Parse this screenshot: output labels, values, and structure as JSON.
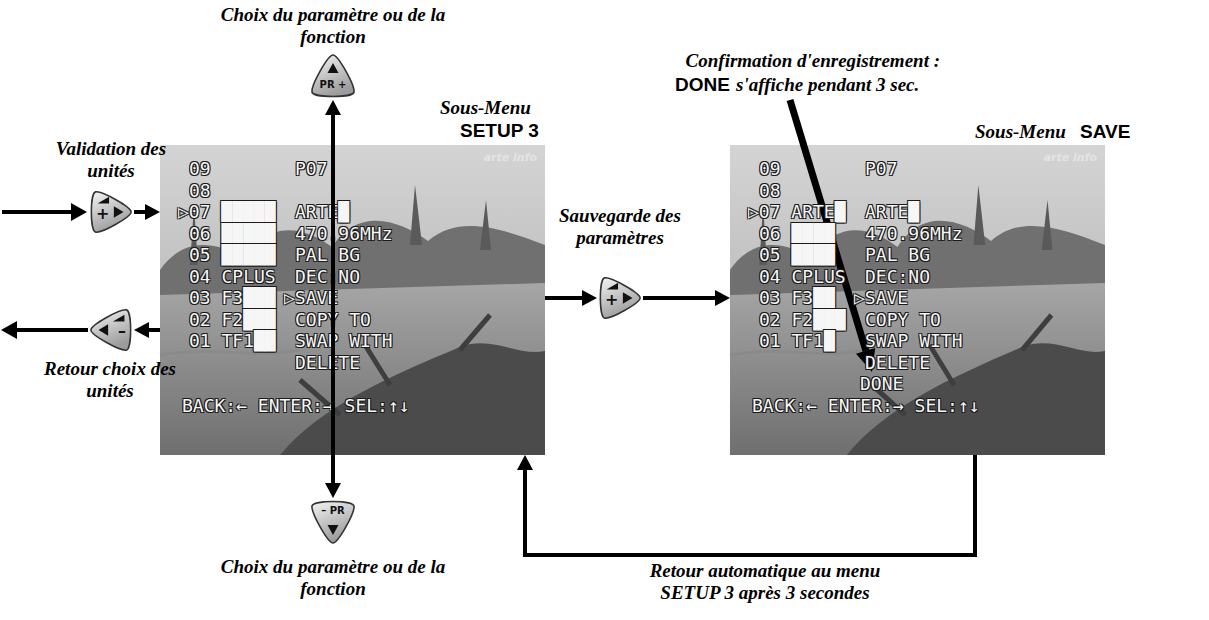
{
  "diagram": {
    "nodes": [
      {
        "text": [
          "PR +"
        ]
      },
      {
        "text": [
          "+"
        ]
      },
      {
        "text": [
          "–"
        ]
      },
      {
        "text": [
          "Sous-Menu",
          "SETUP 3",
          "arte info",
          "09",
          "08",
          "▷07 █████",
          "06 █████",
          "05 █████",
          "04 CPLUS",
          "03 F3███",
          "02 F2███",
          "01 TF1██",
          "P07",
          "ARTE█",
          "470.96MHz",
          "PAL BG",
          "DEC:NO",
          "▷SAVE",
          "COPY TO",
          "SWAP WITH",
          "DELETE",
          "BACK:← ENTER:→ SEL:↑↓"
        ]
      },
      {
        "text": [
          "+"
        ]
      },
      {
        "text": [
          "Sous-Menu",
          "SAVE",
          "arte info",
          "09",
          "08",
          "▷07 ARTE█",
          "06 ████",
          "05 ████",
          "04 CPLUS",
          "03 F3██",
          "02 F2███",
          "01 TF1█",
          "P07",
          "ARTE█",
          "470.96MHz",
          "PAL BG",
          "DEC:NO",
          "▷SAVE",
          "COPY TO",
          "SWAP WITH",
          "DELETE",
          "DONE",
          "BACK:← ENTER:→ SEL:↑↓"
        ]
      },
      {
        "text": [
          "– PR"
        ]
      }
    ],
    "edges": [
      {
        "from": 0,
        "to": 6,
        "arrow": "both"
      },
      {
        "from": 1,
        "to": 3,
        "arrow": "to"
      },
      {
        "from": 3,
        "to": 2,
        "arrow": "to"
      },
      {
        "from": 3,
        "to": 4,
        "arrow": "to"
      },
      {
        "from": 4,
        "to": 5,
        "arrow": "to"
      },
      {
        "from": 5,
        "to": 3,
        "arrow": "to",
        "label": "Retour automatique au menu SETUP 3 après 3 secondes"
      }
    ],
    "labels": [
      "Choix du paramètre ou de la fonction",
      "Validation des unités",
      "Retour choix des unités",
      "Sauvegarde des paramètres",
      "Confirmation d'enregistrement :",
      "DONE",
      "s'affiche pendant 3 sec.",
      "Choix du paramètre ou de la fonction"
    ]
  }
}
